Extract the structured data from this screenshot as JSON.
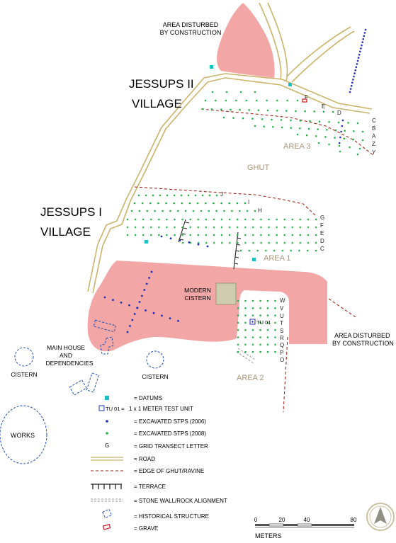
{
  "labels": {
    "area_disturbed_top_1": "AREA DISTURBED",
    "area_disturbed_top_2": "BY CONSTRUCTION",
    "jessups2_1": "JESSUPS II",
    "jessups2_2": "VILLAGE",
    "jessups1_1": "JESSUPS I",
    "jessups1_2": "VILLAGE",
    "area3": "AREA 3",
    "ghut": "GHUT",
    "area1": "AREA 1",
    "area2": "AREA 2",
    "modern_cistern_1": "MODERN",
    "modern_cistern_2": "CISTERN",
    "area_disturbed_right_1": "AREA DISTURBED",
    "area_disturbed_right_2": "BY CONSTRUCTION",
    "main_house_1": "MAIN HOUSE",
    "main_house_2": "AND",
    "main_house_3": "DEPENDENCIES",
    "cistern_left": "CISTERN",
    "cistern_mid": "CISTERN",
    "works": "WORKS",
    "tu01": "TU 01"
  },
  "grid_letters": {
    "area3": [
      "F",
      "E",
      "D",
      "C",
      "B",
      "A",
      "Z",
      "Y"
    ],
    "area1_top": [
      "J",
      "I",
      "H"
    ],
    "area1_right": [
      "G",
      "F",
      "E",
      "D",
      "C"
    ],
    "area2": [
      "W",
      "V",
      "U",
      "T",
      "S",
      "R",
      "Q",
      "P",
      "O"
    ]
  },
  "legend": [
    {
      "symbol": "datum",
      "label": "= DATUMS"
    },
    {
      "symbol": "test-unit",
      "symbol_text": "TU 01",
      "label": "1 x 1 METER TEST UNIT"
    },
    {
      "symbol": "stp-2006",
      "label": "= EXCAVATED STPS (2006)"
    },
    {
      "symbol": "stp-2008",
      "label": "= EXCAVATED STPS (2008)"
    },
    {
      "symbol": "grid-letter",
      "symbol_text": "G",
      "label": "= GRID TRANSECT LETTER"
    },
    {
      "symbol": "road",
      "label": "= ROAD"
    },
    {
      "symbol": "ghut-edge",
      "label": "= EDGE OF GHUT/RAVINE"
    },
    {
      "symbol": "terrace",
      "label": "= TERRACE"
    },
    {
      "symbol": "stone-wall",
      "label": "= STONE WALL/ROCK ALIGNMENT"
    },
    {
      "symbol": "historical-structure",
      "label": "= HISTORICAL STRUCTURE"
    },
    {
      "symbol": "grave",
      "label": "= GRAVE"
    }
  ],
  "scale": {
    "ticks": [
      "0",
      "20",
      "40",
      "80"
    ],
    "unit": "METERS"
  },
  "colors": {
    "disturbed_area": "#f2a6a6",
    "road": "#c9b46a",
    "stp_2008": "#2bb34a",
    "stp_2006": "#1f2fb3",
    "datum": "#19c2c2",
    "ghut_edge": "#a0281e",
    "structure": "#1f4fb3",
    "cistern_fill": "#cfcdb0",
    "grave": "#d0141e",
    "area_label": "#a8977a"
  },
  "icons": {
    "north_arrow": "north-arrow-icon"
  }
}
